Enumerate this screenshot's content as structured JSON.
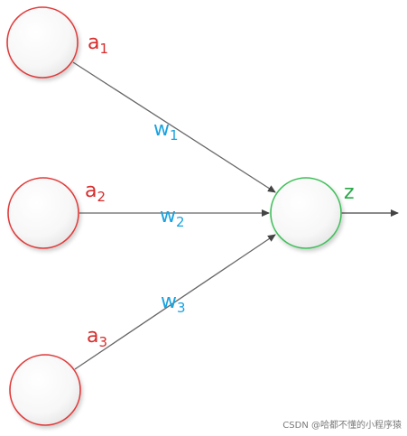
{
  "diagram": {
    "inputs": [
      {
        "label": "a",
        "subscript": "1"
      },
      {
        "label": "a",
        "subscript": "2"
      },
      {
        "label": "a",
        "subscript": "3"
      }
    ],
    "weights": [
      {
        "label": "w",
        "subscript": "1"
      },
      {
        "label": "w",
        "subscript": "2"
      },
      {
        "label": "w",
        "subscript": "3"
      }
    ],
    "output": {
      "label": "z"
    }
  },
  "colors": {
    "input_node_stroke": "#e03a3a",
    "output_node_stroke": "#3fbf5a",
    "input_label": "#d62c2c",
    "weight_label": "#1aa3e0",
    "output_label": "#2aa84a",
    "edge": "#555555"
  },
  "watermark": "CSDN @哈都不懂的小程序猿"
}
